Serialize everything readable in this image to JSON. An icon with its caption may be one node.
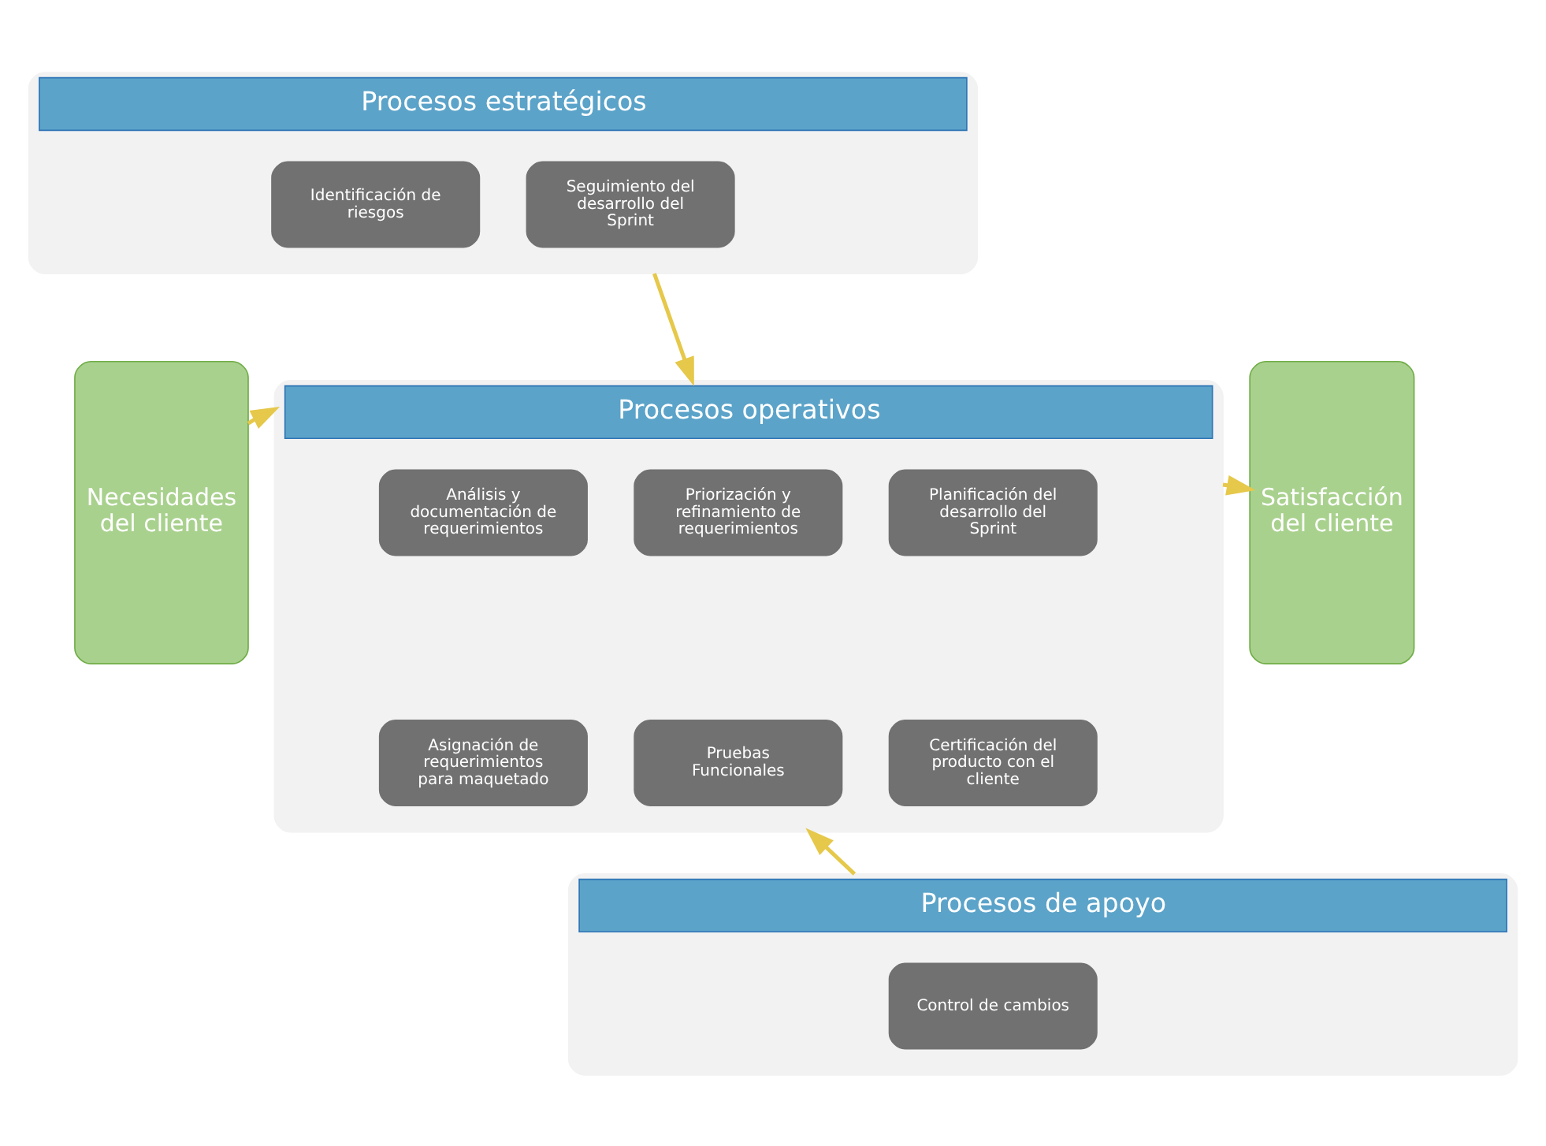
{
  "diagram": {
    "nodes": [
      {
        "text": [
          "Necesidades del cliente"
        ]
      },
      {
        "text": [
          "Procesos estratégicos"
        ]
      },
      {
        "text": [
          "Identificación de riesgos"
        ],
        "in": 1
      },
      {
        "text": [
          "Seguimiento del desarrollo del Sprint"
        ],
        "in": 1
      },
      {
        "text": [
          "Procesos operativos"
        ]
      },
      {
        "text": [
          "Análisis y documentación de requerimientos"
        ],
        "in": 4
      },
      {
        "text": [
          "Priorización y refinamiento de requerimientos"
        ],
        "in": 4
      },
      {
        "text": [
          "Planificación del desarrollo del Sprint"
        ],
        "in": 4
      },
      {
        "text": [
          "Asignación de requerimientos para maquetado"
        ],
        "in": 4
      },
      {
        "text": [
          "Pruebas Funcionales"
        ],
        "in": 4
      },
      {
        "text": [
          "Certificación del producto con el cliente"
        ],
        "in": 4
      },
      {
        "text": [
          "Procesos de apoyo"
        ]
      },
      {
        "text": [
          "Control de cambios"
        ],
        "in": 11
      },
      {
        "text": [
          "Satisfacción del cliente"
        ]
      }
    ],
    "edges": [
      {
        "from": 0,
        "to": 4,
        "arrow": "to"
      },
      {
        "from": 1,
        "to": 4,
        "arrow": "to"
      },
      {
        "from": 11,
        "to": 4,
        "arrow": "to"
      },
      {
        "from": 4,
        "to": 13,
        "arrow": "to"
      }
    ]
  }
}
